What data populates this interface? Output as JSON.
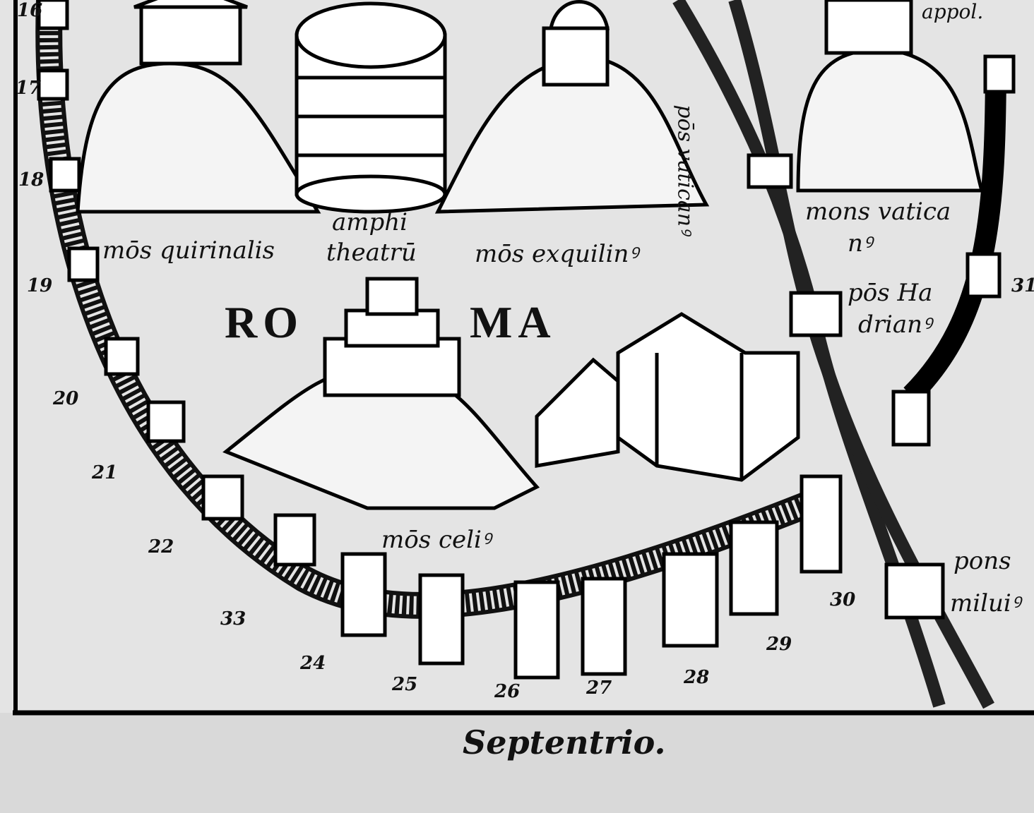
{
  "map": {
    "city": {
      "part1": "RO",
      "part2": "MA"
    },
    "labels": {
      "quirinal": "mōs quirinalis",
      "amphi1": "amphi",
      "amphi2": "theatrū",
      "esquiline": "mōs exquilinꝰ",
      "pons_vaticanus": "pōs vaticanꝰ",
      "vatican1": "mons vatica",
      "vatican2": "nꝰ",
      "hadrian1": "pōs Ha",
      "hadrian2": "drianꝰ",
      "celius": "mōs celiꝰ",
      "milvius1": "pons",
      "milvius2": "miluiꝰ",
      "appol": "appol."
    },
    "gate_numbers": [
      "16",
      "17",
      "18",
      "19",
      "20",
      "21",
      "22",
      "33",
      "24",
      "25",
      "26",
      "27",
      "28",
      "29",
      "30",
      "31"
    ],
    "caption": "Septentrio."
  }
}
